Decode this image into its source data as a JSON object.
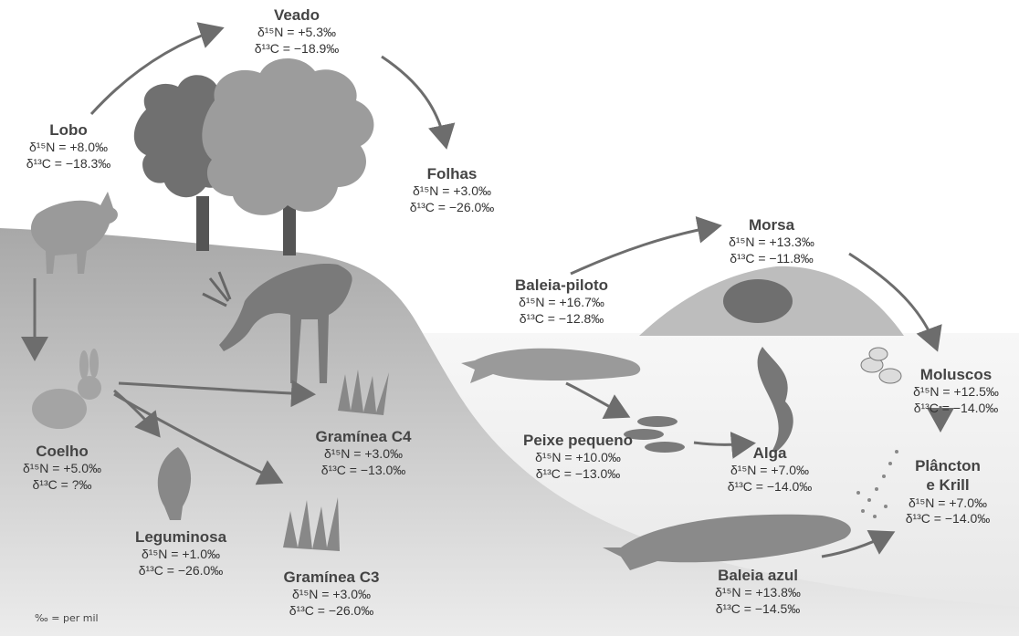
{
  "nodes": {
    "veado": {
      "name": "Veado",
      "n15": "δ¹⁵N = +5.3‰",
      "c13": "δ¹³C = −18.9‰"
    },
    "lobo": {
      "name": "Lobo",
      "n15": "δ¹⁵N = +8.0‰",
      "c13": "δ¹³C = −18.3‰"
    },
    "folhas": {
      "name": "Folhas",
      "n15": "δ¹⁵N = +3.0‰",
      "c13": "δ¹³C = −26.0‰"
    },
    "coelho": {
      "name": "Coelho",
      "n15": "δ¹⁵N = +5.0‰",
      "c13": "δ¹³C = ?‰"
    },
    "leguminosa": {
      "name": "Leguminosa",
      "n15": "δ¹⁵N = +1.0‰",
      "c13": "δ¹³C = −26.0‰"
    },
    "graminea_c4": {
      "name": "Gramínea C4",
      "n15": "δ¹⁵N = +3.0‰",
      "c13": "δ¹³C = −13.0‰"
    },
    "graminea_c3": {
      "name": "Gramínea C3",
      "n15": "δ¹⁵N = +3.0‰",
      "c13": "δ¹³C = −26.0‰"
    },
    "morsa": {
      "name": "Morsa",
      "n15": "δ¹⁵N = +13.3‰",
      "c13": "δ¹³C = −11.8‰"
    },
    "baleia_piloto": {
      "name": "Baleia-piloto",
      "n15": "δ¹⁵N = +16.7‰",
      "c13": "δ¹³C = −12.8‰"
    },
    "moluscos": {
      "name": "Moluscos",
      "n15": "δ¹⁵N = +12.5‰",
      "c13": "δ¹³C = −14.0‰"
    },
    "peixe": {
      "name": "Peixe pequeno",
      "n15": "δ¹⁵N = +10.0‰",
      "c13": "δ¹³C = −13.0‰"
    },
    "alga": {
      "name": "Alga",
      "n15": "δ¹⁵N = +7.0‰",
      "c13": "δ¹³C = −14.0‰"
    },
    "plancton": {
      "name": "Plâncton\ne Krill",
      "n15": "δ¹⁵N = +7.0‰",
      "c13": "δ¹³C = −14.0‰"
    },
    "baleia_azul": {
      "name": "Baleia azul",
      "n15": "δ¹⁵N = +13.8‰",
      "c13": "δ¹³C = −14.5‰"
    }
  },
  "legend": "‰ = per mil",
  "colors": {
    "land_dark": "#9a9a9a",
    "land_light": "#e9e9e9",
    "water": "#eeeeee",
    "arrow": "#6d6d6d",
    "tree_dark": "#6f6f6f",
    "tree_light": "#9b9b9b"
  }
}
